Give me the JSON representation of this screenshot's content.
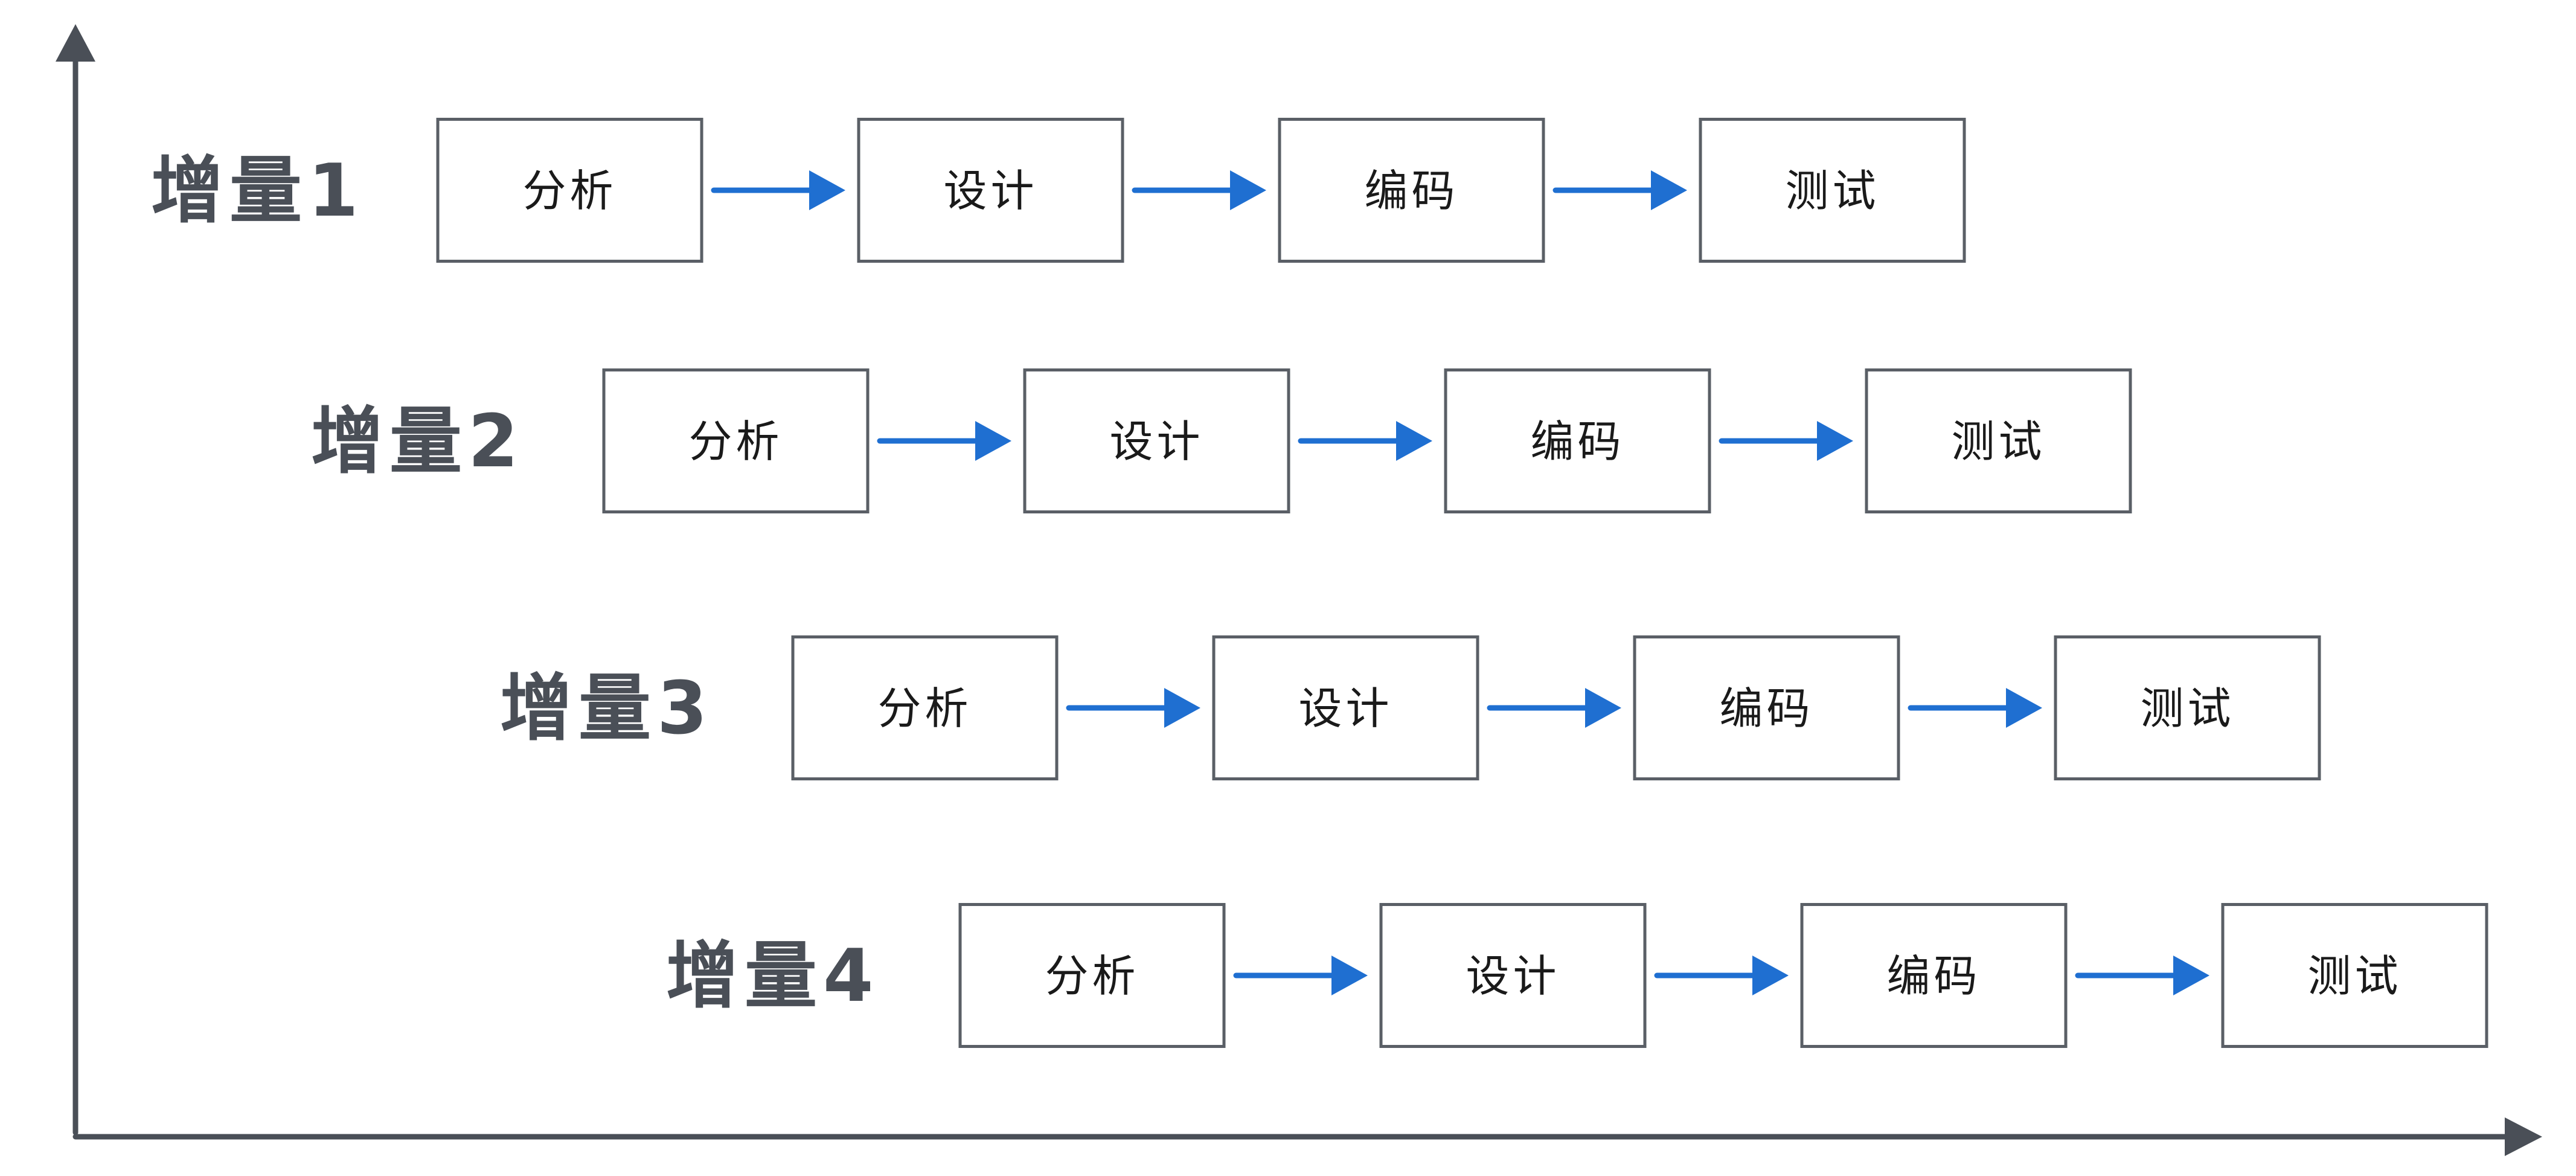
{
  "colors": {
    "axis": "#4a4f57",
    "arrow": "#1f6fd1",
    "box_border": "#5a5f66",
    "text": "#1a1a1a"
  },
  "increments": [
    {
      "label": "增量1",
      "steps": [
        "分析",
        "设计",
        "编码",
        "测试"
      ]
    },
    {
      "label": "增量2",
      "steps": [
        "分析",
        "设计",
        "编码",
        "测试"
      ]
    },
    {
      "label": "增量3",
      "steps": [
        "分析",
        "设计",
        "编码",
        "测试"
      ]
    },
    {
      "label": "增量4",
      "steps": [
        "分析",
        "设计",
        "编码",
        "测试"
      ]
    }
  ]
}
